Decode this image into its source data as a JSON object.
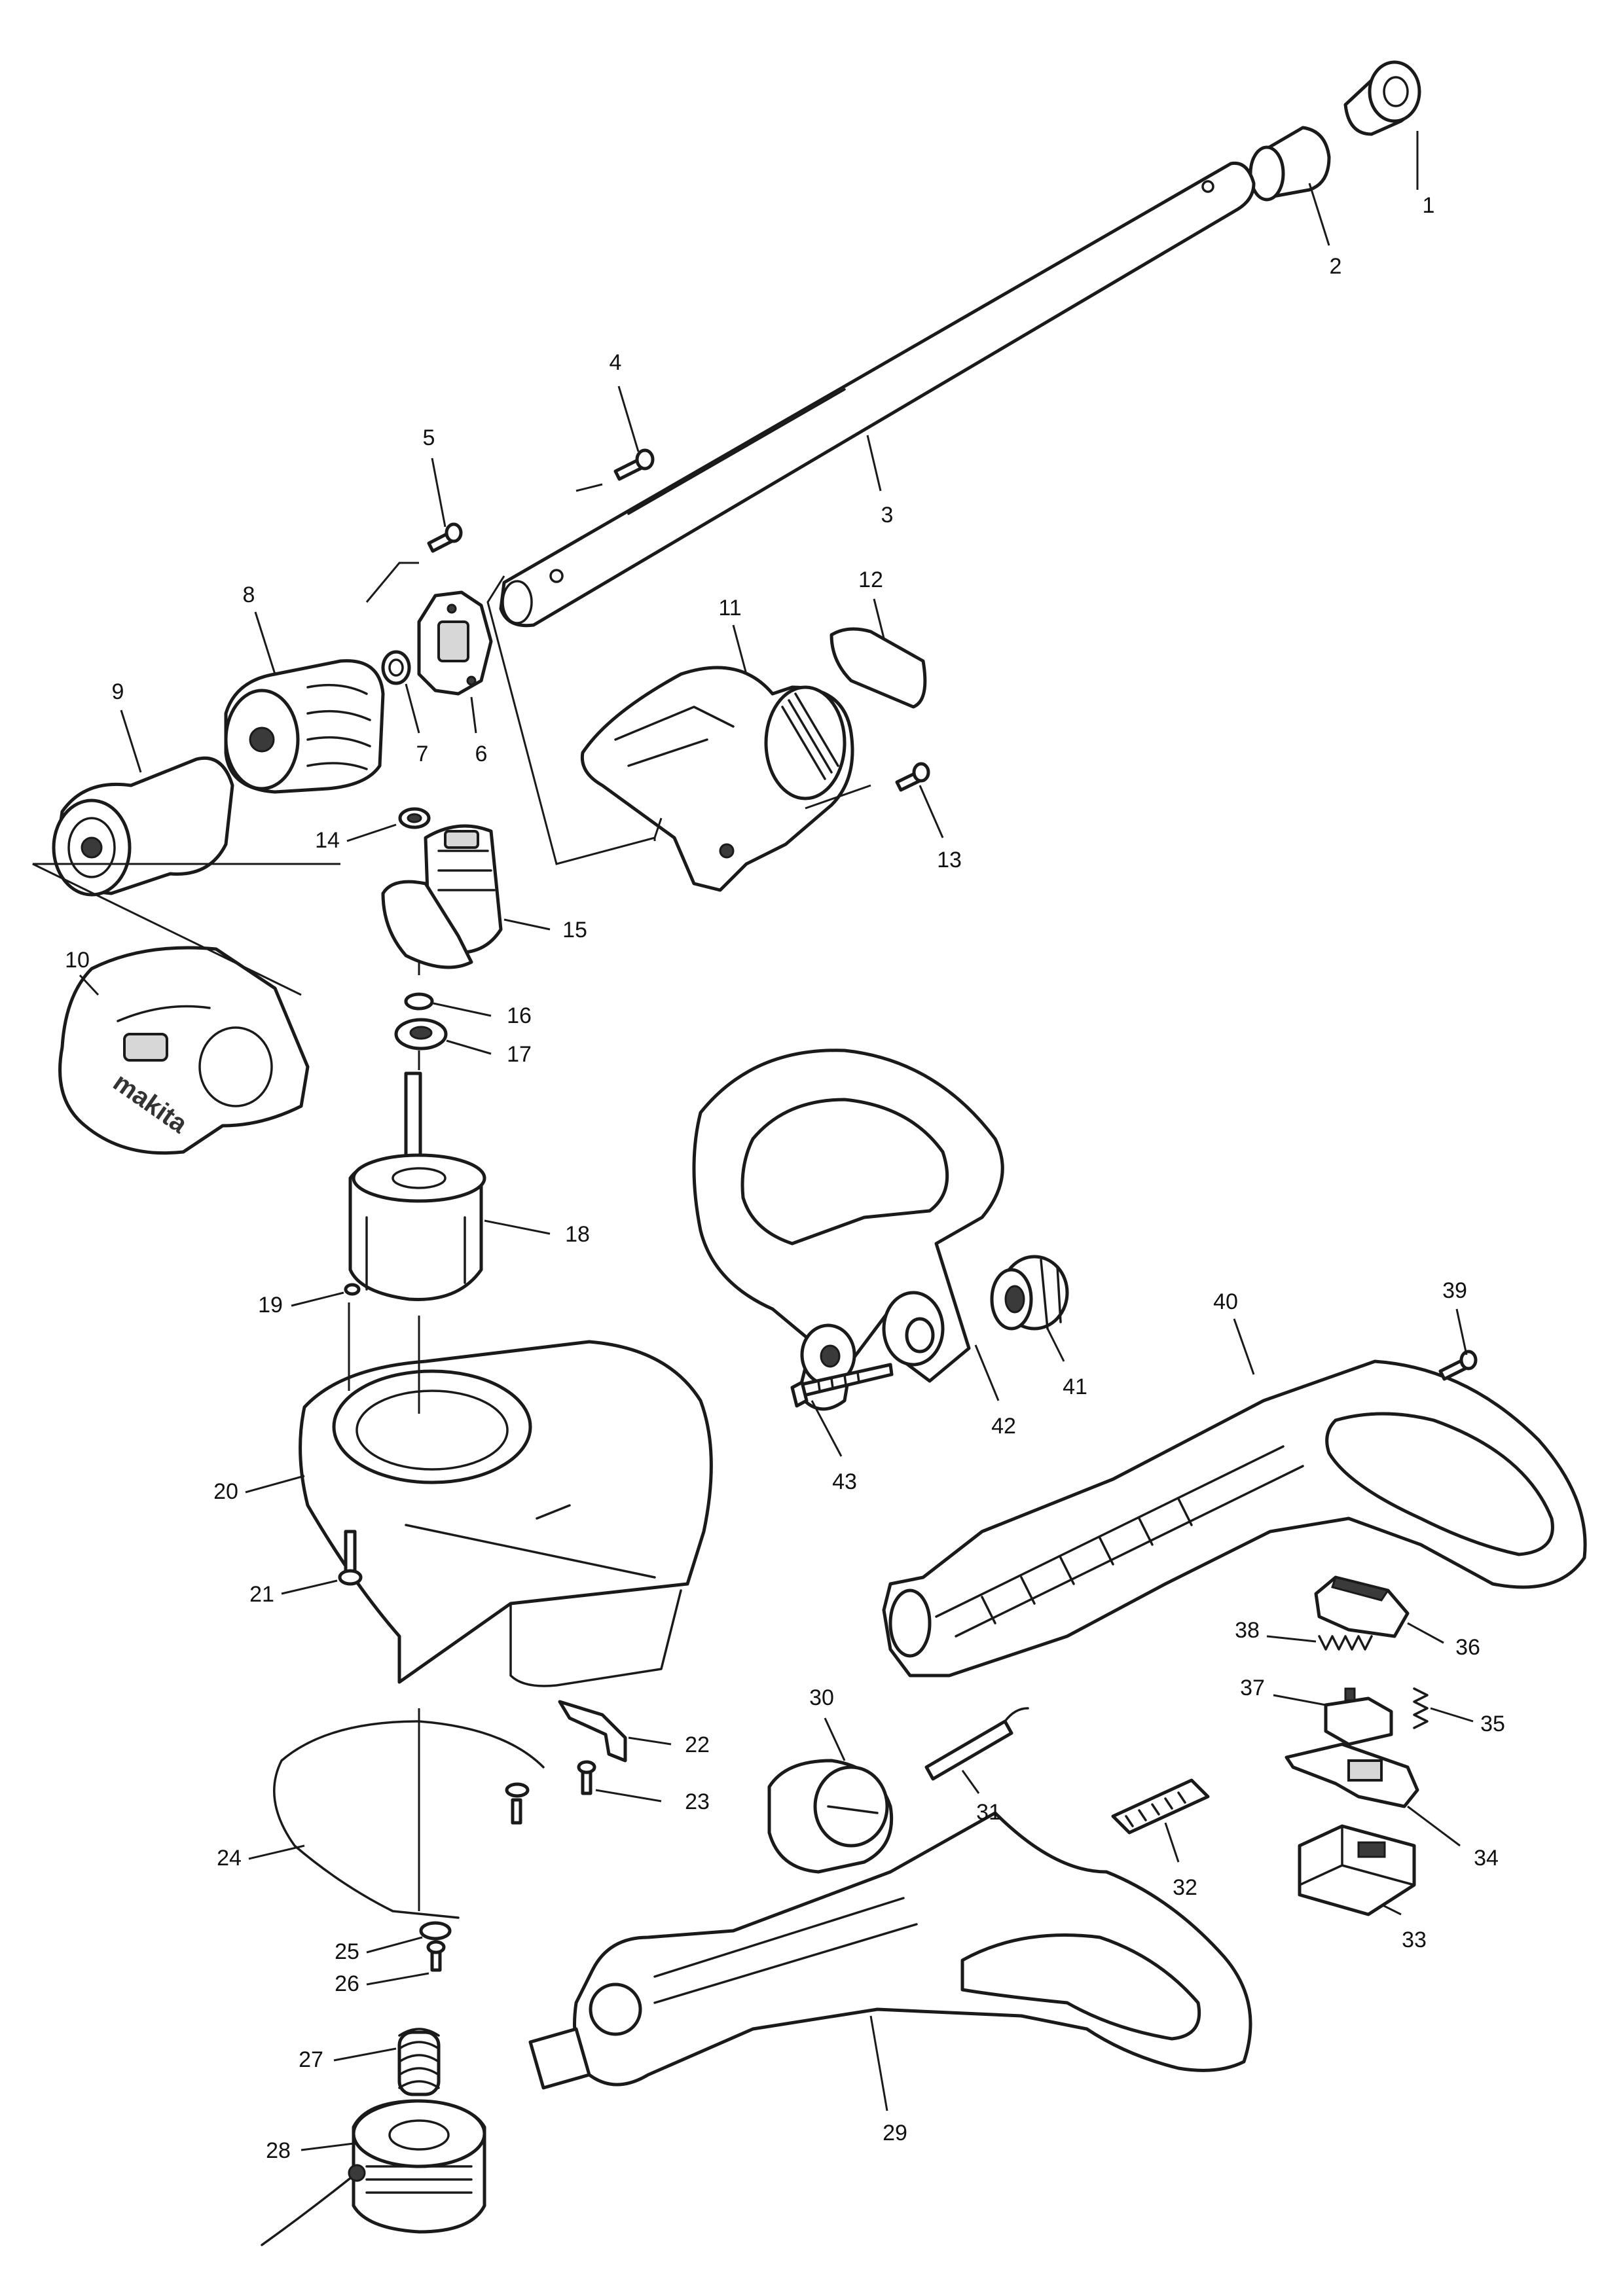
{
  "brand_logo": "makita",
  "part_labels": [
    "1",
    "2",
    "3",
    "4",
    "5",
    "6",
    "7",
    "8",
    "9",
    "10",
    "11",
    "12",
    "13",
    "14",
    "15",
    "16",
    "17",
    "18",
    "19",
    "20",
    "21",
    "22",
    "23",
    "24",
    "25",
    "26",
    "27",
    "28",
    "29",
    "30",
    "31",
    "32",
    "33",
    "34",
    "35",
    "36",
    "37",
    "38",
    "39",
    "40",
    "41",
    "42",
    "43"
  ]
}
